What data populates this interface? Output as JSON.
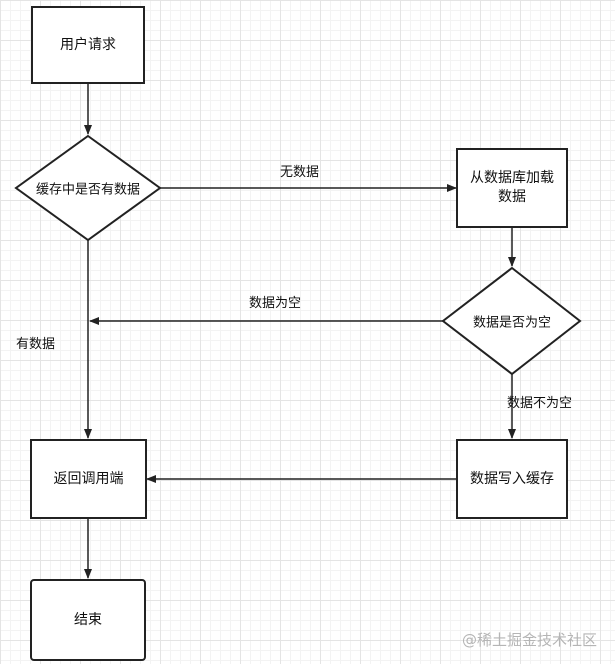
{
  "nodes": {
    "user_request": "用户请求",
    "cache_check": "缓存中是否有数据",
    "load_db": "从数据库加载\n数据",
    "data_empty_check": "数据是否为空",
    "return_caller": "返回调用端",
    "write_cache": "数据写入缓存",
    "end": "结束"
  },
  "edges": {
    "no_data": "无数据",
    "has_data": "有数据",
    "data_empty": "数据为空",
    "data_not_empty": "数据不为空"
  },
  "watermark": "@稀土掘金技术社区"
}
